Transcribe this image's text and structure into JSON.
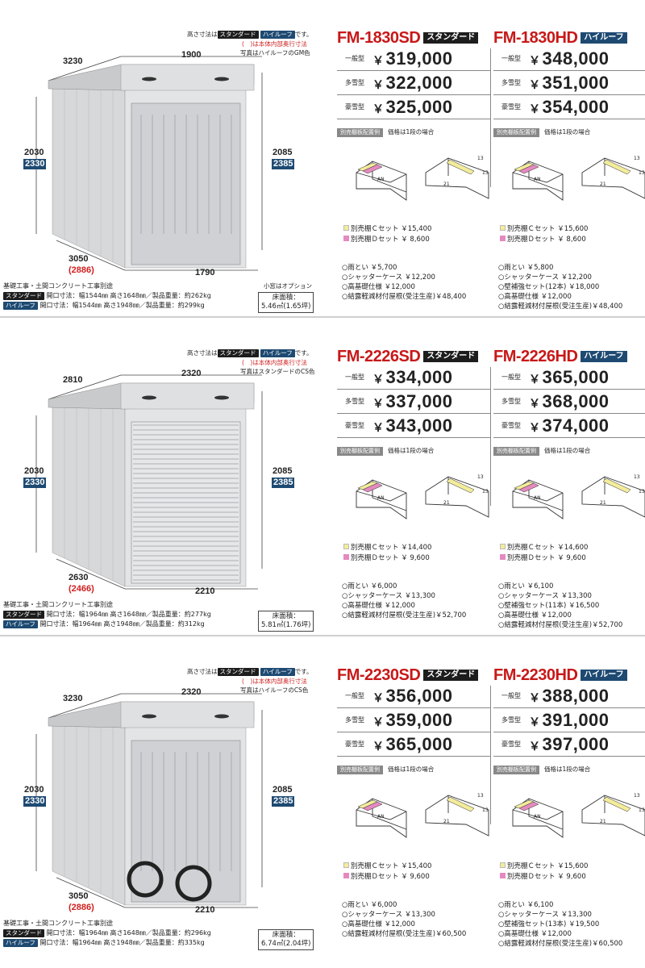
{
  "colors": {
    "title_red": "#c81818",
    "high_blue": "#1e4a72",
    "std_black": "#1d1d1d",
    "set_c": "#f3ec9a",
    "set_d": "#e58ac0"
  },
  "common": {
    "height_note_pre": "高さ寸法は",
    "std_tag": "スタンダード",
    "high_tag": "ハイルーフ",
    "height_note_post": "です。",
    "inner_note": "(　)は本体内部奥行寸法",
    "foundation": "基礎工事・土間コンクリート工事別途",
    "area_label": "床面積：",
    "shelf_label": "別売棚板配置例",
    "price_note": "価格は1段の場合",
    "snow": [
      "一般型",
      "多雪型",
      "豪雪型"
    ],
    "yen": "￥"
  },
  "sections": [
    {
      "photo_note": "写真はハイルーフのGM色",
      "window_note": "小窓はオプション",
      "dims": {
        "depth_top": "3230",
        "width_top": "1900",
        "h_std": "2030",
        "h_high": "2330",
        "h_std_r": "2085",
        "h_high_r": "2385",
        "depth_bot": "3050",
        "depth_in": "(2886)",
        "width_bot": "1790"
      },
      "spec_std": "開口寸法：幅1544㎜ 高さ1648㎜／製品重量：約262kg",
      "spec_high": "開口寸法：幅1544㎜ 高さ1948㎜／製品重量：約299kg",
      "area": "5.46㎡(1.65坪)",
      "sd": {
        "model": "FM-1830SD",
        "badge": "スタンダード",
        "prices": [
          "319,000",
          "322,000",
          "325,000"
        ],
        "set_c": "別売棚Ｃセット ￥15,400",
        "set_d": "別売棚Ｄセット ￥ 8,600",
        "options": [
          "○雨とい ￥5,700",
          "○シャッターケース ￥12,200",
          "○高基礎仕様 ￥12,000",
          "○結露軽減材付屋根(受注生産)￥48,400"
        ]
      },
      "hd": {
        "model": "FM-1830HD",
        "badge": "ハイルーフ",
        "prices": [
          "348,000",
          "351,000",
          "354,000"
        ],
        "set_c": "別売棚Ｃセット ￥15,600",
        "set_d": "別売棚Ｄセット ￥ 8,600",
        "options": [
          "○雨とい ￥5,800",
          "○シャッターケース ￥12,200",
          "○壁補強セット(12本) ￥18,000",
          "○高基礎仕様 ￥12,000",
          "○結露軽減材付屋根(受注生産)￥48,400"
        ]
      }
    },
    {
      "photo_note": "写真はスタンダードのCS色",
      "window_note": "",
      "dims": {
        "depth_top": "2810",
        "width_top": "2320",
        "h_std": "2030",
        "h_high": "2330",
        "h_std_r": "2085",
        "h_high_r": "2385",
        "depth_bot": "2630",
        "depth_in": "(2466)",
        "width_bot": "2210"
      },
      "spec_std": "開口寸法：幅1964㎜ 高さ1648㎜／製品重量：約277kg",
      "spec_high": "開口寸法：幅1964㎜ 高さ1948㎜／製品重量：約312kg",
      "area": "5.81㎡(1.76坪)",
      "sd": {
        "model": "FM-2226SD",
        "badge": "スタンダード",
        "prices": [
          "334,000",
          "337,000",
          "343,000"
        ],
        "set_c": "別売棚Ｃセット ￥14,400",
        "set_d": "別売棚Ｄセット ￥ 9,600",
        "options": [
          "○雨とい ￥6,000",
          "○シャッターケース ￥13,300",
          "○高基礎仕様 ￥12,000",
          "○結露軽減材付屋根(受注生産)￥52,700"
        ]
      },
      "hd": {
        "model": "FM-2226HD",
        "badge": "ハイルーフ",
        "prices": [
          "365,000",
          "368,000",
          "374,000"
        ],
        "set_c": "別売棚Ｃセット ￥14,600",
        "set_d": "別売棚Ｄセット ￥ 9,600",
        "options": [
          "○雨とい ￥6,100",
          "○シャッターケース ￥13,300",
          "○壁補強セット(11本) ￥16,500",
          "○高基礎仕様 ￥12,000",
          "○結露軽減材付屋根(受注生産)￥52,700"
        ]
      }
    },
    {
      "photo_note": "写真はハイルーフのCS色",
      "window_note": "",
      "dims": {
        "depth_top": "3230",
        "width_top": "2320",
        "h_std": "2030",
        "h_high": "2330",
        "h_std_r": "2085",
        "h_high_r": "2385",
        "depth_bot": "3050",
        "depth_in": "(2886)",
        "width_bot": "2210"
      },
      "spec_std": "開口寸法：幅1964㎜ 高さ1648㎜／製品重量：約296kg",
      "spec_high": "開口寸法：幅1964㎜ 高さ1948㎜／製品重量：約335kg",
      "area": "6.74㎡(2.04坪)",
      "sd": {
        "model": "FM-2230SD",
        "badge": "スタンダード",
        "prices": [
          "356,000",
          "359,000",
          "365,000"
        ],
        "set_c": "別売棚Ｃセット ￥15,400",
        "set_d": "別売棚Ｄセット ￥ 9,600",
        "options": [
          "○雨とい ￥6,000",
          "○シャッターケース ￥13,300",
          "○高基礎仕様 ￥12,000",
          "○結露軽減材付屋根(受注生産)￥60,500"
        ]
      },
      "hd": {
        "model": "FM-2230HD",
        "badge": "ハイルーフ",
        "prices": [
          "388,000",
          "391,000",
          "397,000"
        ],
        "set_c": "別売棚Ｃセット ￥15,600",
        "set_d": "別売棚Ｄセット ￥ 9,600",
        "options": [
          "○雨とい ￥6,100",
          "○シャッターケース ￥13,300",
          "○壁補強セット(13本) ￥19,500",
          "○高基礎仕様 ￥12,000",
          "○結露軽減材付屋根(受注生産)￥60,500"
        ]
      }
    }
  ]
}
